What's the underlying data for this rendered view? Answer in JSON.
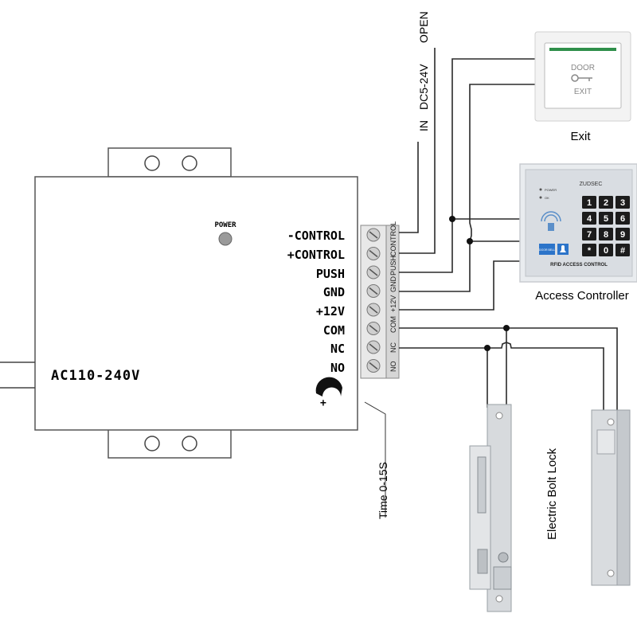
{
  "power_supply": {
    "power_label": "POWER",
    "input_label": "AC110-240V",
    "terminals": [
      {
        "label": "-CONTROL",
        "side": "CONTROL"
      },
      {
        "label": "+CONTROL",
        "side": "CONTROL"
      },
      {
        "label": "PUSH",
        "side": "PUSH"
      },
      {
        "label": "GND",
        "side": "GND"
      },
      {
        "label": "+12V",
        "side": "+12V"
      },
      {
        "label": "COM",
        "side": "COM"
      },
      {
        "label": "NC",
        "side": "NC"
      },
      {
        "label": "NO",
        "side": "NO"
      }
    ],
    "knob_sign": "+",
    "time_label": "Time  0-15S"
  },
  "top_labels": {
    "in": "IN",
    "dc": "DC5-24V",
    "open": "OPEN"
  },
  "exit_button": {
    "top": "DOOR",
    "bottom": "EXIT",
    "caption": "Exit"
  },
  "access_controller": {
    "brand": "ZUDSEC",
    "power_led": "POWER",
    "ok_led": "OK",
    "keys": [
      "1",
      "2",
      "3",
      "4",
      "5",
      "6",
      "7",
      "8",
      "9",
      "*",
      "0",
      "#"
    ],
    "doorbell": "DOOR BELL",
    "footer": "RFID ACCESS CONTROL",
    "caption": "Access Controller"
  },
  "lock": {
    "caption": "Electric Bolt Lock"
  },
  "colors": {
    "line": "#2a2a2a",
    "box_stroke": "#555555",
    "keypad_face": "#d9dde2",
    "key": "#1c1c1c",
    "exit_green": "#2f8f4a",
    "metal": "#cfd3d6"
  }
}
